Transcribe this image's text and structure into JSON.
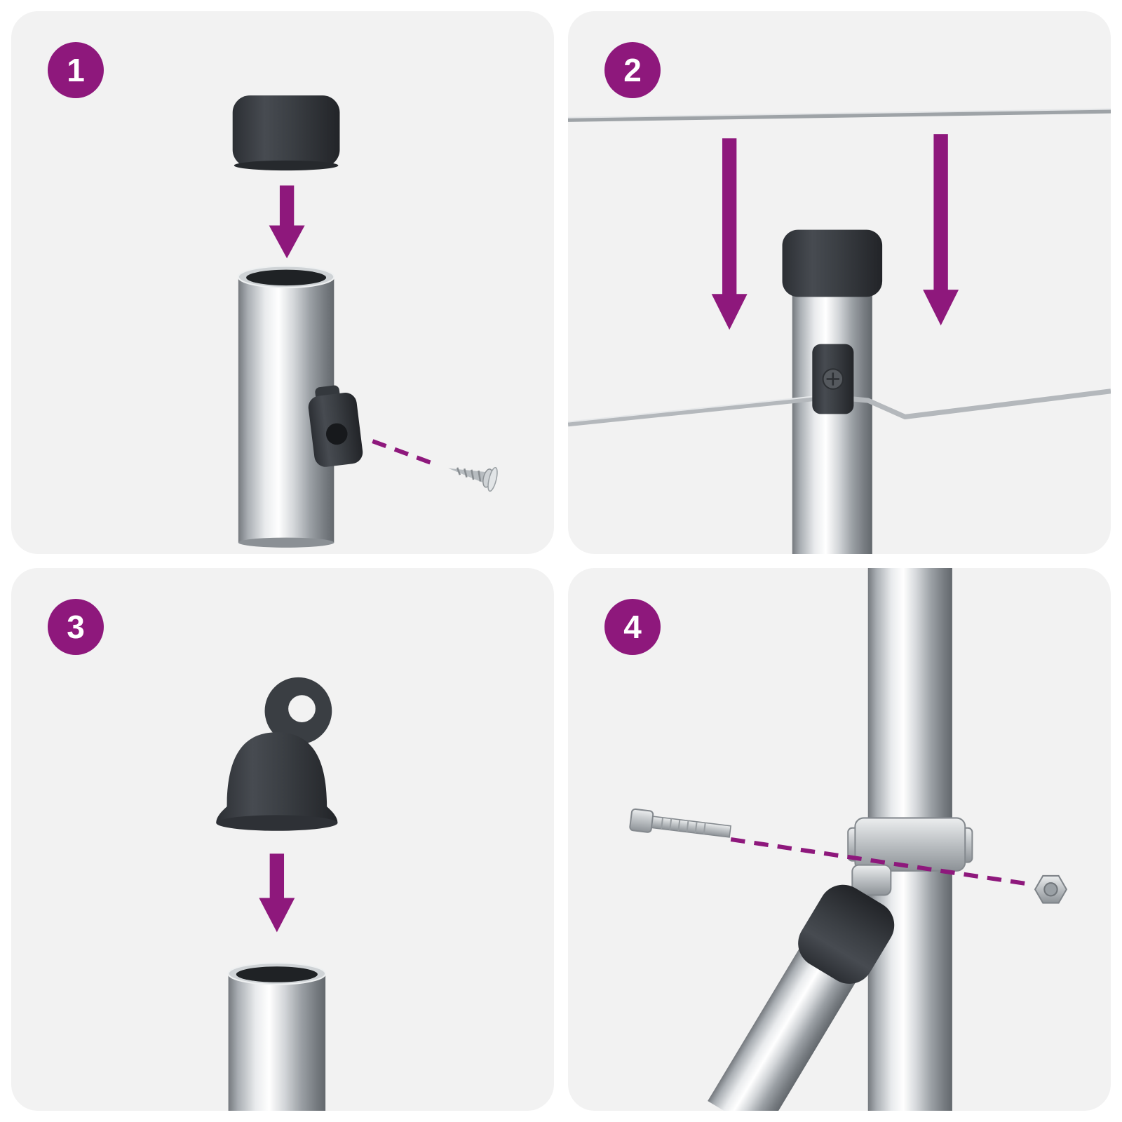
{
  "page": {
    "background_color": "#FFFFFF",
    "panel_background_color": "#F2F2F2",
    "accent_color": "#8E187C",
    "dark_part_color": "#3A3E43",
    "type": "assembly-instruction-sheet"
  },
  "steps": [
    {
      "number": "1",
      "illustration": "round-cap-pressed-down-onto-steel-post-with-wire-clamp-and-screw"
    },
    {
      "number": "2",
      "illustration": "capped-post-lowered-between-upper-and-lower-tension-wires"
    },
    {
      "number": "3",
      "illustration": "eyelet-cap-pressed-down-onto-open-steel-post"
    },
    {
      "number": "4",
      "illustration": "diagonal-brace-fixed-to-post-with-band-clamp-bolt-and-nut"
    }
  ]
}
